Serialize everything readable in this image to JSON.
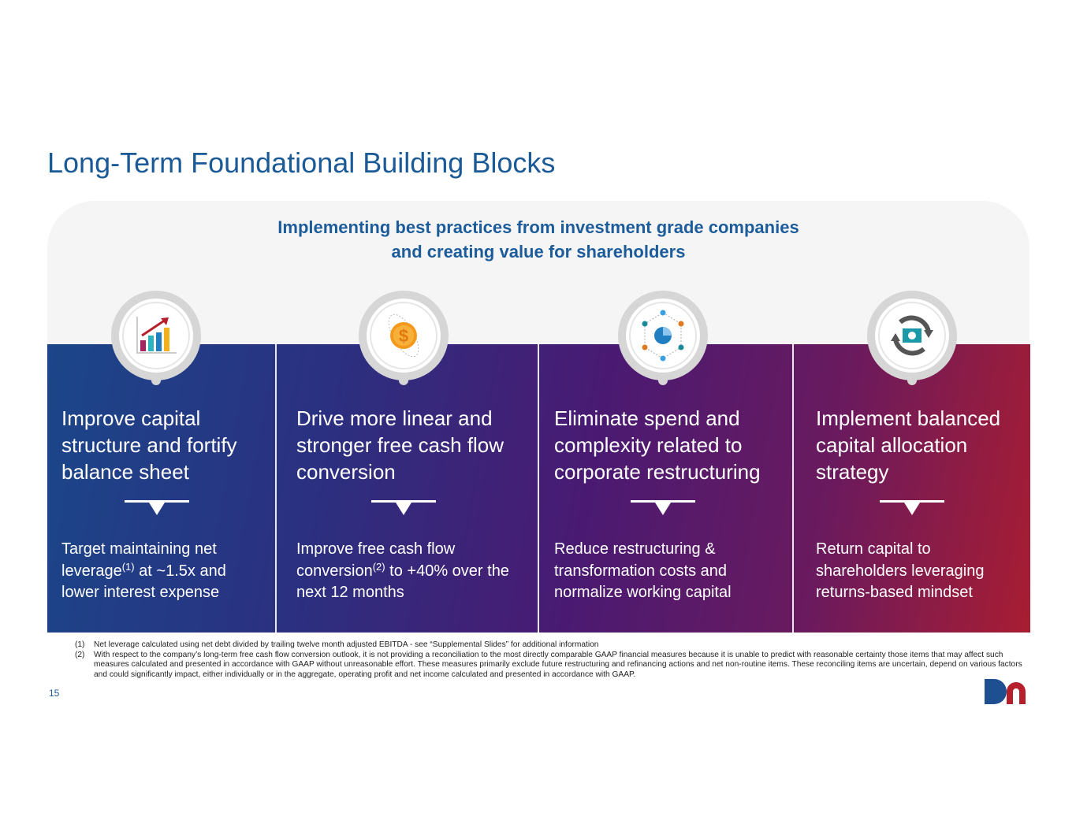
{
  "title": "Long-Term Foundational Building Blocks",
  "subtitle": {
    "line1": "Implementing best practices from investment grade companies",
    "line2": "and creating value for shareholders"
  },
  "columns": [
    {
      "icon": "growth-chart-icon",
      "heading": "Improve capital structure and fortify balance sheet",
      "body_pre": "Target maintaining net leverage",
      "sup": "(1)",
      "body_post": " at ~1.5x and lower interest expense"
    },
    {
      "icon": "dollar-coin-icon",
      "heading": "Drive more linear and stronger free cash flow conversion",
      "body_pre": "Improve free cash flow conversion",
      "sup": "(2)",
      "body_post": " to +40% over the next 12 months"
    },
    {
      "icon": "network-pie-icon",
      "heading": "Eliminate spend and complexity related to corporate restructuring",
      "body_pre": "Reduce restructuring & transformation costs and normalize working capital",
      "sup": "",
      "body_post": ""
    },
    {
      "icon": "cash-cycle-icon",
      "heading": "Implement balanced capital allocation strategy",
      "body_pre": "Return capital to shareholders leveraging returns-based mindset",
      "sup": "",
      "body_post": ""
    }
  ],
  "footnotes": [
    {
      "num": "(1)",
      "text": "Net leverage calculated using net debt divided by trailing twelve month adjusted EBITDA - see “Supplemental Slides” for additional information"
    },
    {
      "num": "(2)",
      "text": "With respect to the company’s long-term free cash flow conversion outlook, it is not providing a reconciliation to the most directly comparable GAAP financial measures because it is unable to predict with reasonable certainty those items that may affect such measures calculated and presented in accordance with GAAP without unreasonable effort. These measures primarily exclude future restructuring and refinancing actions and net non-routine items. These reconciling items are uncertain, depend on various factors and could significantly impact, either individually or in the aggregate, operating profit and net income calculated and presented in accordance with GAAP."
    }
  ],
  "page_number": "15",
  "logo_text": "DN"
}
